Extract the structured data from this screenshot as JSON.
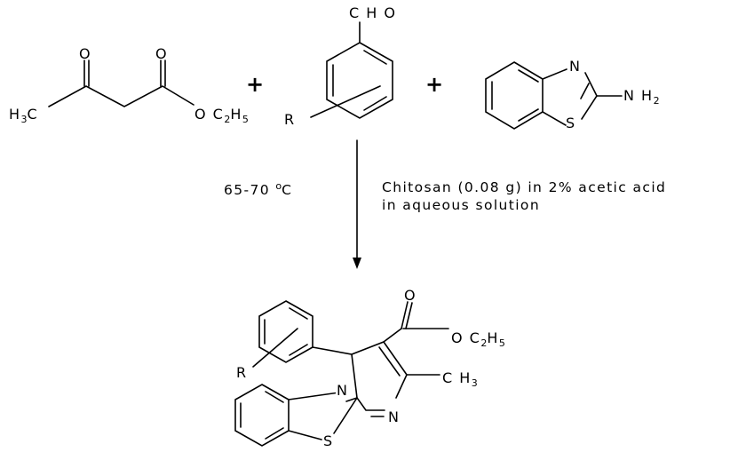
{
  "reactants": {
    "ketoester": {
      "o1": "O",
      "o2": "O",
      "h3c_main": "H",
      "h3c_sub": "3",
      "h3c_c": "C",
      "oc2h5": "O C",
      "oc2h5_sub2": "2",
      "oc2h5_h": "H",
      "oc2h5_sub5": "5"
    },
    "aldehyde": {
      "cho": "C H O",
      "r": "R"
    },
    "aminobenzothiazole": {
      "n": "N",
      "s": "S",
      "nh2_main": "N H",
      "nh2_sub": "2"
    }
  },
  "plus_signs": [
    "+",
    "+"
  ],
  "conditions": {
    "temperature_prefix": "65-70 ",
    "temperature_degree": "o",
    "temperature_unit": "C",
    "catalyst_line1": "Chitosan (0.08 g) in 2% acetic acid",
    "catalyst_line2": "in aqueous solution"
  },
  "product": {
    "o": "O",
    "oc2h5": "O C",
    "oc2h5_sub2": "2",
    "oc2h5_h": "H",
    "oc2h5_sub5": "5",
    "ch3": "C H",
    "ch3_sub": "3",
    "r": "R",
    "n1": "N",
    "n2": "N",
    "s": "S"
  }
}
